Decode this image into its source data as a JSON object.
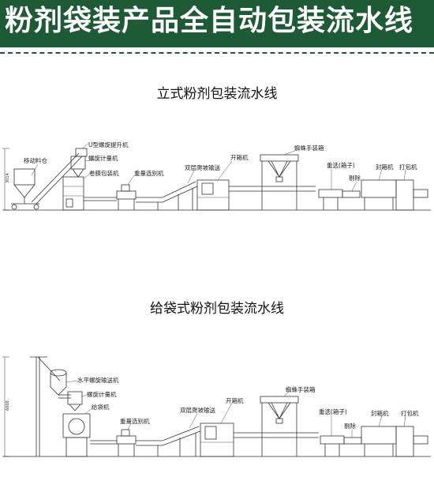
{
  "header": {
    "title": "粉剂袋装产品全自动包装流水线"
  },
  "sections": [
    {
      "title": "立式粉剂包装流水线",
      "dimension": "3014",
      "labels": {
        "mobile_mixer": "移动料仓",
        "u_screw_lifter": "U型螺旋提升机",
        "screw_meter": "螺旋计量机",
        "film_packer": "卷膜包装机",
        "weight_checker": "重量选别机",
        "double_slope": "双层爬坡输送",
        "carton_opener": "开箱机",
        "spider_robot": "蜘蛛手装箱",
        "reweigh": "重选(箱子)",
        "reject": "剔除",
        "sealer": "封箱机",
        "strapper": "打包机"
      }
    },
    {
      "title": "给袋式粉剂包装流水线",
      "dimension": "6000",
      "labels": {
        "horizontal_screw": "水平螺旋输送机",
        "screw_meter": "螺旋计量机",
        "bag_feeder": "给袋机",
        "weight_checker": "重量选别机",
        "double_slope": "双层爬坡输送",
        "carton_opener": "开箱机",
        "spider_robot": "蜘蛛手装箱",
        "reweigh": "重选(箱子)",
        "reject": "剔除",
        "sealer": "封箱机",
        "strapper": "打包机"
      }
    }
  ]
}
